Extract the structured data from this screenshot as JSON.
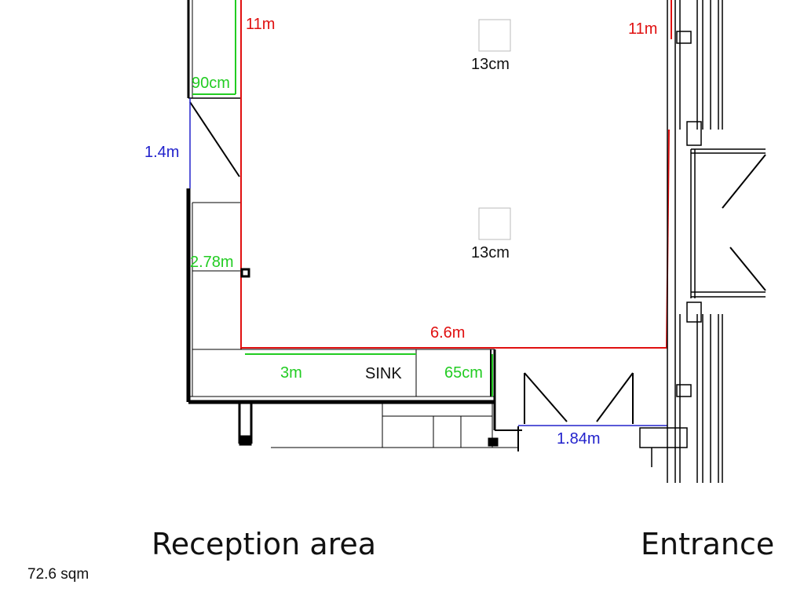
{
  "colors": {
    "length_line": "#e01010",
    "width_label": "#22cc22",
    "opening_line": "#2222cc",
    "wall": "#000000"
  },
  "dimensions": {
    "left_wall_length": "11m",
    "right_wall_length": "11m",
    "cabinet_top_width": "90cm",
    "left_opening_width": "1.4m",
    "left_cabinet_length": "2.78m",
    "counter_length": "6.6m",
    "counter_left_length": "3m",
    "counter_depth": "65cm",
    "entrance_door_width": "1.84m"
  },
  "fixtures": {
    "column_1_size": "13cm",
    "column_2_size": "13cm",
    "sink_label": "SINK"
  },
  "zones": {
    "reception": "Reception area",
    "entrance": "Entrance"
  },
  "area": "72.6 sqm"
}
